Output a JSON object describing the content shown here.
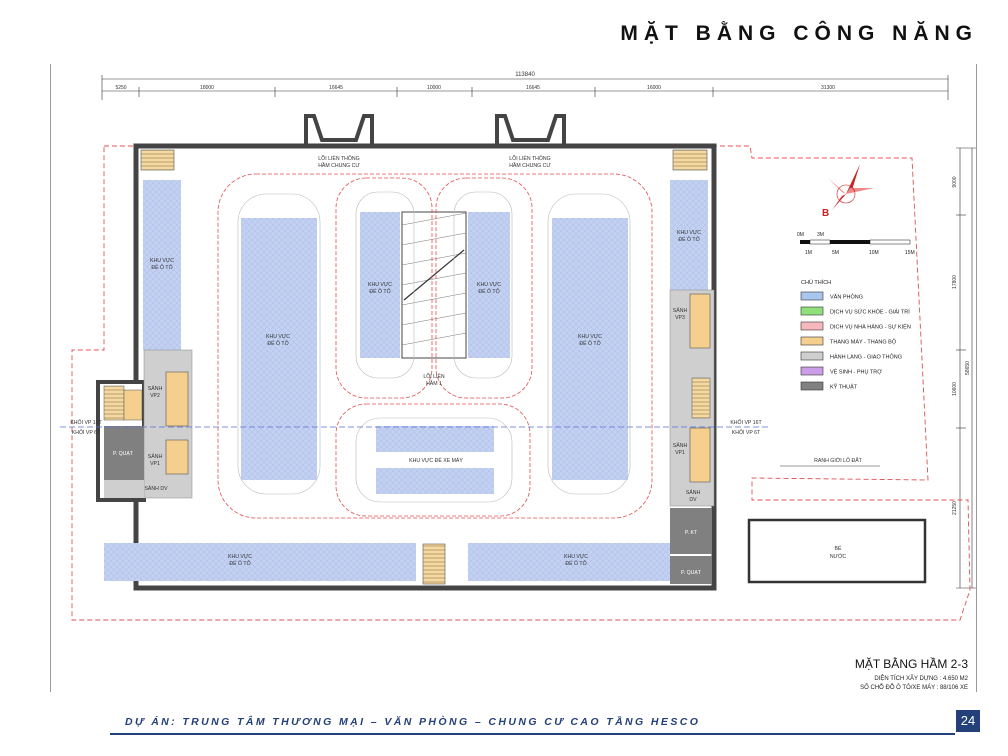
{
  "header": {
    "title": "MẶT BẰNG CÔNG NĂNG"
  },
  "dimensions": {
    "total": "113840",
    "segments": [
      "5250",
      "18000",
      "16645",
      "10000",
      "16645",
      "16000",
      "31300"
    ],
    "right": [
      "9000",
      "17800",
      "10600",
      "21250"
    ],
    "right_total": "58650"
  },
  "labels": {
    "parking_area": [
      "KHU VỰC",
      "ĐỂ Ô TÔ"
    ],
    "core_link": [
      "LÕI LIÊN THÔNG",
      "HẦM CHUNG CƯ"
    ],
    "core_link_b1": [
      "LÕI LIÊN",
      "HẦM 1"
    ],
    "motorbike": "KHU VỰC ĐỂ XE MÁY",
    "lobby_vp1": [
      "SẢNH",
      "VP1"
    ],
    "lobby_vp2": [
      "SẢNH",
      "VP2"
    ],
    "lobby_vp3": [
      "SẢNH",
      "VP3"
    ],
    "lobby_dv": [
      "SẢNH",
      "DV"
    ],
    "lobby_dv_inline": "SẢNH DV",
    "fan_room": "P. QUẠT",
    "tech_room": "P. KT",
    "block_left": [
      "KHỐI VP 16T",
      "KHỐI VP 6T"
    ],
    "block_right": [
      "KHỐI VP 16T",
      "KHỐI VP 6T"
    ],
    "boundary": "RANH GIỚI LÔ ĐẤT",
    "tank": [
      "BỂ",
      "NƯỚC"
    ]
  },
  "scale": {
    "ticks": [
      "0M",
      "3M",
      "1M",
      "5M",
      "10M",
      "15M"
    ]
  },
  "legend": {
    "title": "CHÚ THÍCH",
    "items": [
      {
        "label": "VĂN PHÒNG",
        "color": "#a9c6ee"
      },
      {
        "label": "DỊCH VỤ SỨC KHỎE - GIẢI TRÍ",
        "color": "#8fe07a"
      },
      {
        "label": "DỊCH VỤ NHÀ HÀNG - SỰ KIỆN",
        "color": "#f6b7bd"
      },
      {
        "label": "THANG MÁY - THANG BỘ",
        "color": "#f5cf8e"
      },
      {
        "label": "HÀNH LANG - GIAO THÔNG",
        "color": "#cfcfcf"
      },
      {
        "label": "VỆ SINH - PHỤ TRỢ",
        "color": "#cc9de8"
      },
      {
        "label": "KỸ THUẬT",
        "color": "#808080"
      }
    ]
  },
  "plan": {
    "title": "MẶT BẰNG HẦM 2-3",
    "area": "DIỆN TÍCH XÂY DỰNG : 4.650 M2",
    "parking": "SỐ CHỖ ĐỖ Ô TÔ/XE MÁY : 88/106 XE"
  },
  "footer": {
    "project": "DỰ ÁN: TRUNG TÂM THƯƠNG MẠI – VĂN PHÒNG – CHUNG CƯ CAO TẦNG HESCO",
    "page": "24"
  }
}
